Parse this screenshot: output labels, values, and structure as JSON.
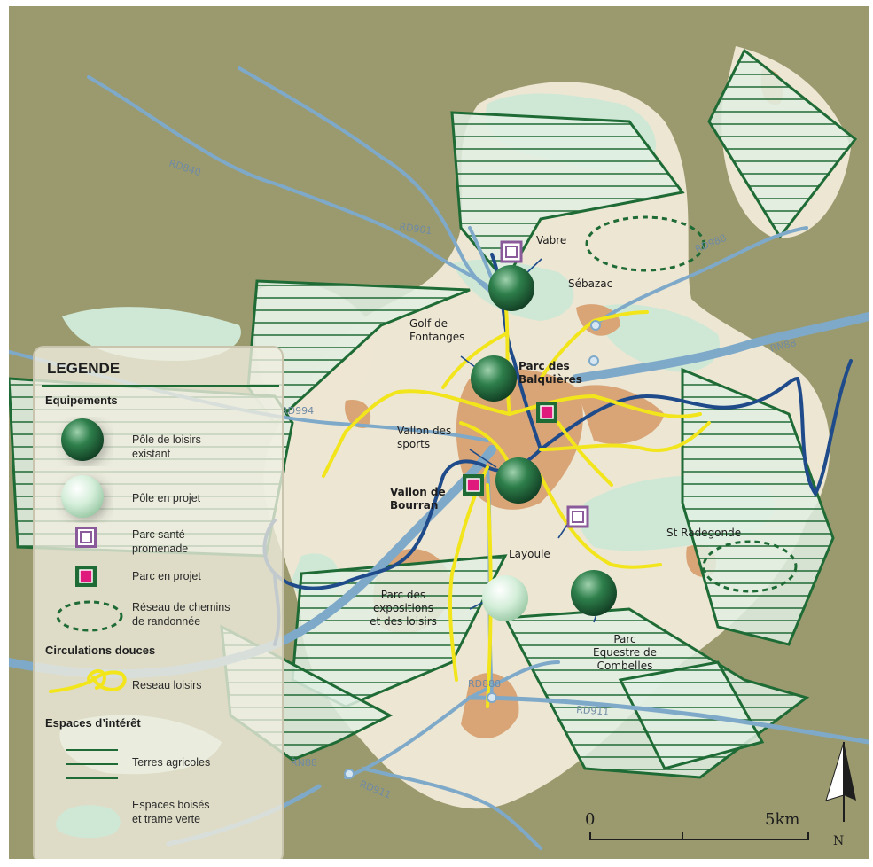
{
  "map": {
    "places": {
      "vabre": "Vabre",
      "sebazac": "Sébazac",
      "golf": "Golf de\nFontanges",
      "balquieres": "Parc des\nBalquières",
      "vallon_sports": "Vallon des\nsports",
      "vallon_bourran": "Vallon de\nBourran",
      "layoule": "Layoule",
      "st_radegonde": "St Radegonde",
      "parc_expositions": "Parc des\nexpositions\net des loisirs",
      "parc_equestre": "Parc\nEquestre de\nCombelles"
    },
    "roads": {
      "rd840": "RD840",
      "rd901_north": "RD901",
      "rd988": "RD988",
      "rn88_east": "RN88",
      "rd994": "RD994",
      "rd888": "RD888",
      "rn88_south": "RN88",
      "rd911": "RD911",
      "rd911_east": "RD911"
    },
    "scale": {
      "start": "0",
      "end": "5km"
    },
    "north": "N"
  },
  "legend": {
    "title": "LEGENDE",
    "sections": {
      "equipements": "Equipements",
      "circulations": "Circulations douces",
      "espaces": "Espaces d’intérêt"
    },
    "items": {
      "pole_existant": "Pôle de loisirs\nexistant",
      "pole_projet": "Pôle en projet",
      "parc_sante": "Parc santé\npromenade",
      "parc_projet": "Parc en projet",
      "reseau_chemins": "Réseau de chemins\nde randonnée",
      "reseau_loisirs": "Reseau loisirs",
      "terres_agricoles": "Terres agricoles",
      "espaces_boises": "Espaces boisés\net trame verte"
    }
  },
  "colors": {
    "background": "#9b9a6e",
    "urban_area": "#ede6d3",
    "built_up": "#d9a577",
    "green_space": "#cfe8d6",
    "agri_hatch": "#1f6b35",
    "river": "#1f4b8a",
    "road": "#7fa9c9",
    "leisure_network": "#f2e51b",
    "parc_sante": "#8b5a9a",
    "parc_projet": "#e0197d"
  }
}
